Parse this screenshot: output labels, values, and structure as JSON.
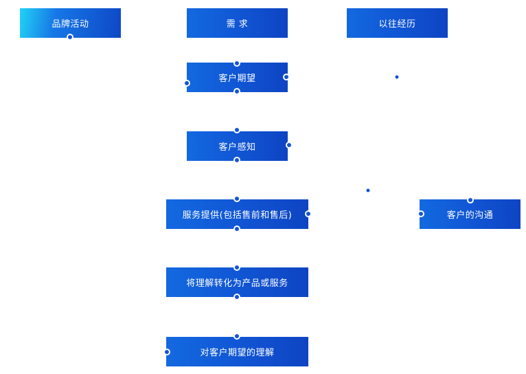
{
  "nodes": {
    "brand": "品牌活动",
    "demand": "需 求",
    "history": "以往经历",
    "expectation": "客户期望",
    "perception": "客户感知",
    "service": "服务提供(包括售前和售后)",
    "communication": "客户的沟通",
    "transform": "将理解转化为产品或服务",
    "understanding": "对客户期望的理解"
  },
  "colors": {
    "box_start": "#1369e0",
    "box_end": "#0e44c3",
    "brand_start": "#22d3f5",
    "connector": "#1454d4"
  }
}
